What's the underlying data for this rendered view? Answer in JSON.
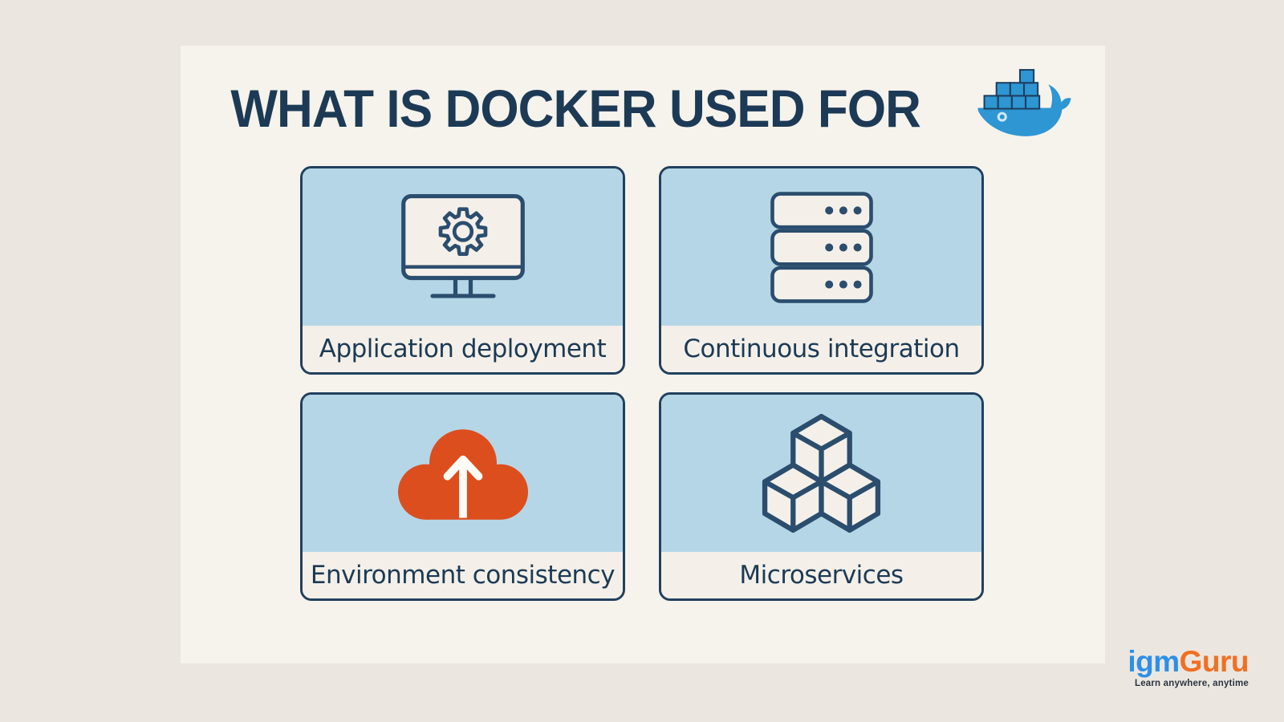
{
  "header": {
    "title": "WHAT IS DOCKER USED FOR",
    "logo_icon": "docker-whale-icon"
  },
  "cards": [
    {
      "label": "Application deployment",
      "icon": "monitor-gear-icon"
    },
    {
      "label": "Continuous integration",
      "icon": "server-stack-icon"
    },
    {
      "label": "Environment consistency",
      "icon": "cloud-upload-icon"
    },
    {
      "label": "Microservices",
      "icon": "cubes-icon"
    }
  ],
  "footer_brand": {
    "wordmark_left": "igm",
    "wordmark_right": "Guru",
    "tagline": "Learn anywhere, anytime"
  },
  "colors": {
    "outer_bg": "#EBE7E0",
    "panel_bg": "#F6F3EC",
    "card_blue": "#B5D6E6",
    "card_label_bg": "#F4F0E9",
    "card_border": "#22405E",
    "icon_stroke": "#2B4D6E",
    "title_text": "#1C3A55",
    "cloud_orange": "#DC4E1E",
    "whale_blue": "#2D96D3",
    "whale_outline": "#1D3E5E",
    "brand_blue": "#2E8FE8",
    "brand_orange": "#F26F21",
    "tagline_text": "#2B3440"
  }
}
